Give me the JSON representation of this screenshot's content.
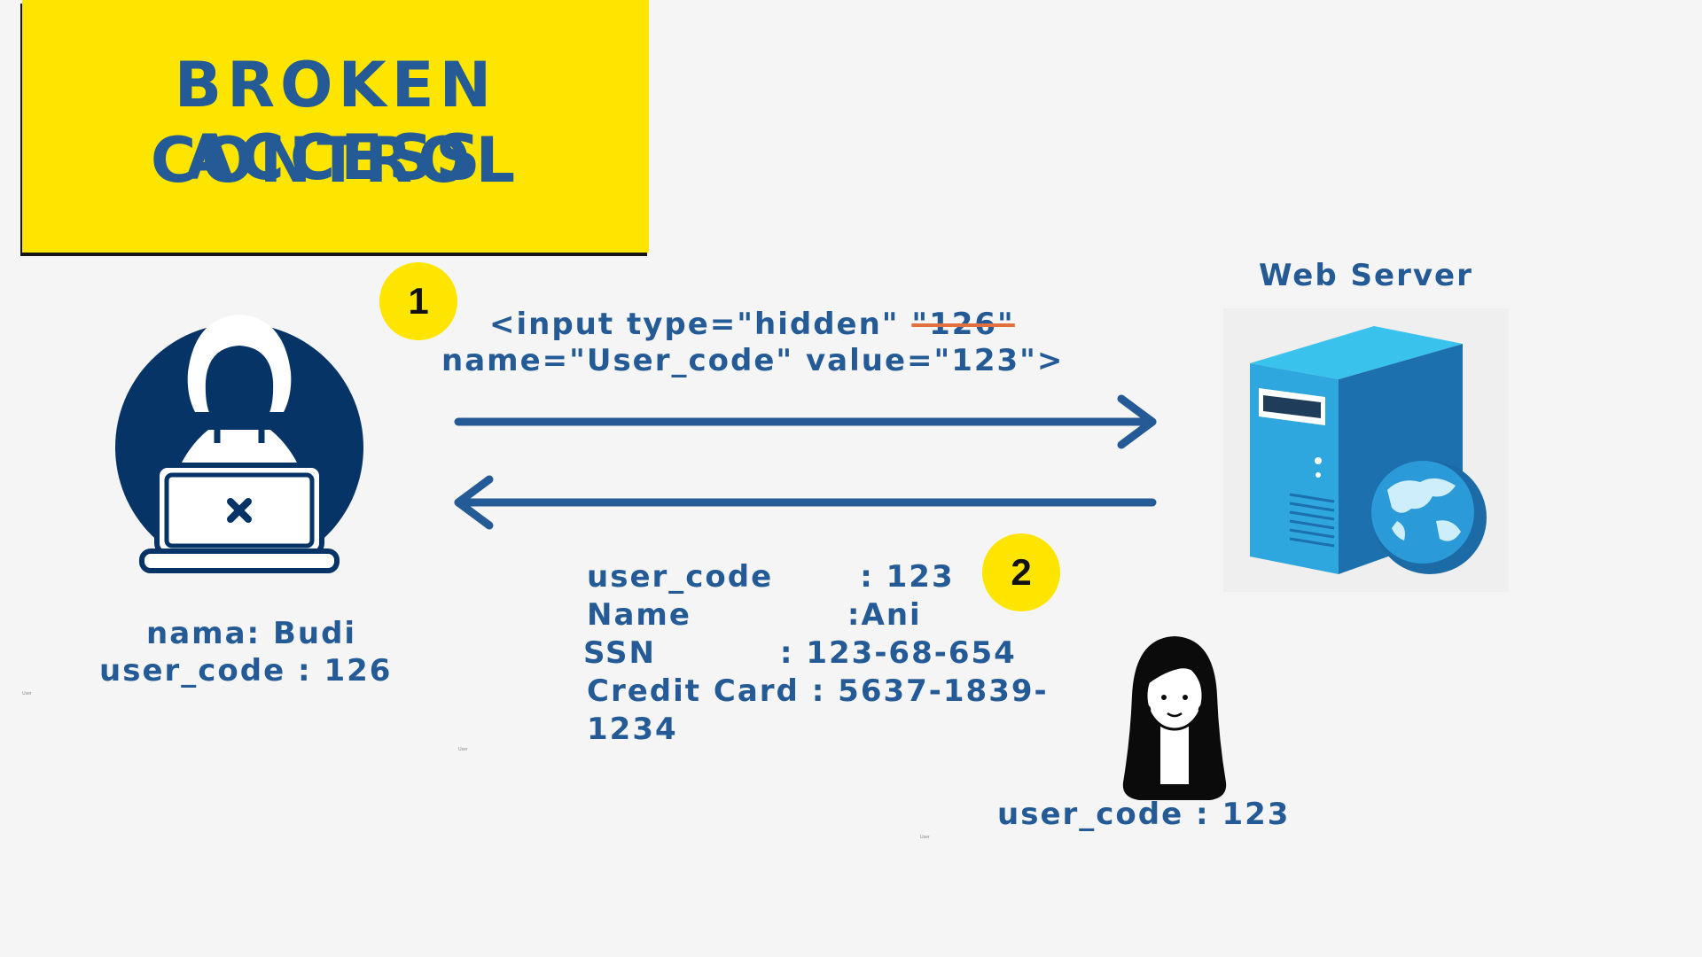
{
  "title": {
    "line1": "BROKEN ACCESS",
    "line2": "CONTROL"
  },
  "steps": {
    "one": "1",
    "two": "2"
  },
  "server": {
    "label": "Web Server"
  },
  "request": {
    "line1_prefix": "<input type=\"hidden\" ",
    "line1_struck": "\"126\"",
    "line2": "name=\"User_code\" value=\"123\">"
  },
  "attacker": {
    "name_line": "nama: Budi",
    "code_line": "user_code : 126"
  },
  "response": {
    "rows": [
      {
        "key": "user_code",
        "sep": ": ",
        "value": "123"
      },
      {
        "key": "Name",
        "sep": ":",
        "value": "Ani"
      },
      {
        "key": "SSN",
        "sep": ": ",
        "value": "123-68-654"
      },
      {
        "key": "Credit Card",
        "sep": " : ",
        "value": "5637-1839-"
      }
    ],
    "wrap": "1234"
  },
  "victim": {
    "code_line": "user_code : 123"
  },
  "watermark": "User",
  "colors": {
    "ink": "#245a95",
    "yellow": "#fde500",
    "navy": "#063466",
    "server_blue": "#2c9fd8",
    "strike": "#e2703f"
  },
  "icons": [
    "hacker-laptop-icon",
    "web-server-icon",
    "globe-icon",
    "woman-avatar-icon",
    "arrow-right-icon",
    "arrow-left-icon"
  ]
}
